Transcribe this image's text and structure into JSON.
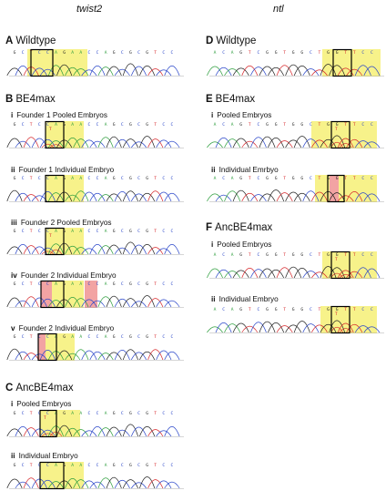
{
  "columns": {
    "left": "twist2",
    "right": "ntl"
  },
  "sections": [
    {
      "key": "A",
      "label": "A",
      "title": "Wildtype"
    },
    {
      "key": "B",
      "label": "B",
      "title": "BE4max"
    },
    {
      "key": "C",
      "label": "C",
      "title": "AncBE4max"
    },
    {
      "key": "D",
      "label": "D",
      "title": "Wildtype"
    },
    {
      "key": "E",
      "label": "E",
      "title": "BE4max"
    },
    {
      "key": "F",
      "label": "F",
      "title": "AncBE4max"
    }
  ],
  "subpanels": {
    "B_i": {
      "numeral": "i",
      "text": "Founder 1 Pooled Embryos"
    },
    "B_ii": {
      "numeral": "ii",
      "text": "Founder 1 Individual Embryo"
    },
    "B_iii": {
      "numeral": "iii",
      "text": "Founder 2 Pooled Embryos"
    },
    "B_iv": {
      "numeral": "iv",
      "text": "Founder 2 Individual Embryo"
    },
    "B_v": {
      "numeral": "v",
      "text": "Founder 2  Individual Embryo"
    },
    "C_i": {
      "numeral": "i",
      "text": "Pooled Embryos"
    },
    "C_ii": {
      "numeral": "ii",
      "text": "Individual Embryo"
    },
    "E_i": {
      "numeral": "i",
      "text": "Pooled Embryos"
    },
    "E_ii": {
      "numeral": "ii",
      "text": "Individual Emrbyo"
    },
    "F_i": {
      "numeral": "i",
      "text": "Pooled Embryos"
    },
    "F_ii": {
      "numeral": "ii",
      "text": "Individual Embryo"
    }
  },
  "sequences": {
    "twist2": "GCTCCAGAACCAGCGCGTCC",
    "ntl": "ACAGTCGGTGGCTGGTTCC"
  },
  "base_colors": {
    "A": "#2e9e3e",
    "C": "#2b47c9",
    "G": "#222222",
    "T": "#d6262a"
  },
  "highlight_color": "#f7f28a",
  "edit_color": "#f2a3a3"
}
